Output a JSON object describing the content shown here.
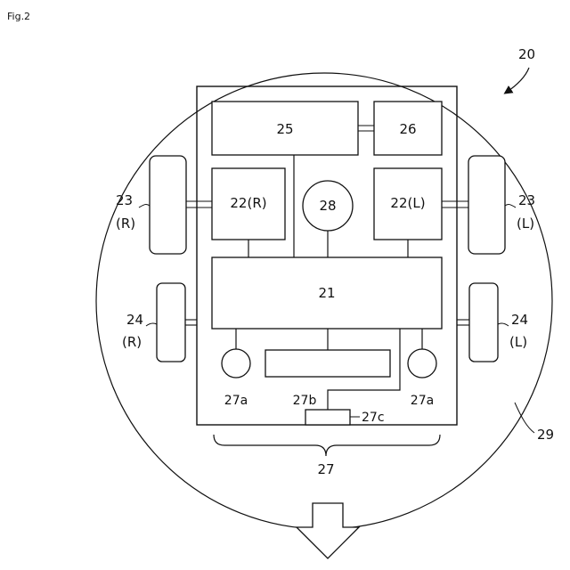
{
  "figure": {
    "title": "Fig.2"
  },
  "labels": {
    "robot": "20",
    "controller": "21",
    "motor_right": "22(R)",
    "motor_left": "22(L)",
    "drive_wheel_right_num": "23",
    "drive_wheel_right_side": "(R)",
    "drive_wheel_left_num": "23",
    "drive_wheel_left_side": "(L)",
    "caster_right_num": "24",
    "caster_right_side": "(R)",
    "caster_left_num": "24",
    "caster_left_side": "(L)",
    "unit_25": "25",
    "unit_26": "26",
    "sensor_28": "28",
    "sensor_27a_left": "27a",
    "sensor_27b": "27b",
    "sensor_27a_right": "27a",
    "sensor_27c": "27c",
    "sensor_group": "27",
    "body_outline": "29"
  }
}
